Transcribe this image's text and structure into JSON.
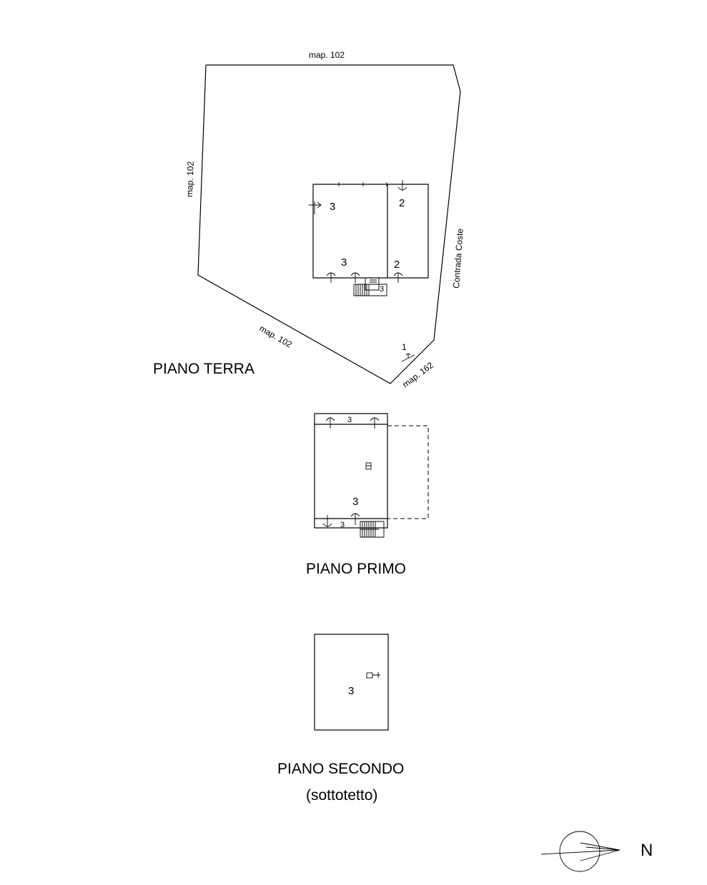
{
  "site": {
    "parcel_top": "map. 102",
    "parcel_left": "map. 102",
    "parcel_bottom": "map. 102",
    "parcel_corner": "map. 162",
    "road": "Contrada Coste",
    "entrance_room": "1"
  },
  "floors": {
    "ground": {
      "title": "PIANO TERRA",
      "rooms": [
        "3",
        "2",
        "3",
        "2"
      ],
      "stair_room": "3"
    },
    "first": {
      "title": "PIANO PRIMO",
      "rooms_top": "3",
      "room_main": "3",
      "room_balcony": "3"
    },
    "second": {
      "title": "PIANO SECONDO",
      "subtitle": "(sottotetto)",
      "room_main": "3"
    }
  },
  "compass": {
    "label": "N"
  }
}
